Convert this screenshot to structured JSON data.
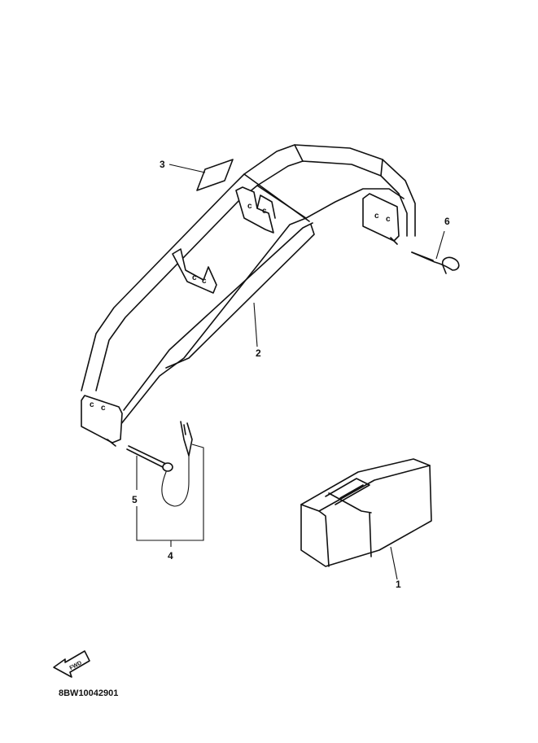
{
  "callouts": {
    "c1": "1",
    "c2": "2",
    "c3": "3",
    "c4": "4",
    "c5": "5",
    "c6": "6"
  },
  "fwd_badge": "FWD",
  "diagram_code": "8BW10042901"
}
